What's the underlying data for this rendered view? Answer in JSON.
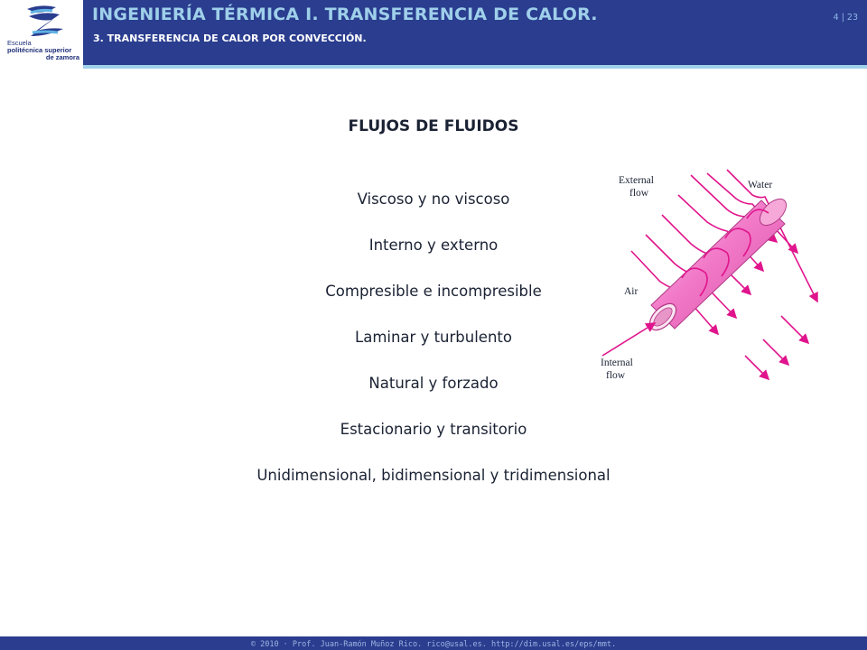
{
  "header": {
    "title": "INGENIERÍA TÉRMICA I. TRANSFERENCIA DE CALOR.",
    "subtitle": "3.  TRANSFERENCIA DE CALOR POR CONVECCIÓN.",
    "page_number": "4 | 23",
    "logo": {
      "line1": "Escuela",
      "line2": "politécnica superior",
      "line3": "de zamora"
    }
  },
  "main": {
    "title": "FLUJOS DE FLUIDOS",
    "topics": [
      "Viscoso y no viscoso",
      "Interno y externo",
      "Compresible e incompresible",
      "Laminar y turbulento",
      "Natural y forzado",
      "Estacionario y transitorio",
      "Unidimensional, bidimensional y tridimensional"
    ]
  },
  "figure": {
    "label_external": [
      "External",
      "flow"
    ],
    "label_water": "Water",
    "label_air": "Air",
    "label_internal": [
      "Internal",
      "flow"
    ]
  },
  "footer": {
    "text": "© 2010 · Prof. Juan-Ramón Muñoz Rico. rico@usal.es. http://dim.usal.es/eps/mmt."
  },
  "colors": {
    "header_bg": "#2a3d8f",
    "title_color": "#9fd0ea",
    "pipe_pink": "#f27ac8",
    "arrow_magenta": "#e0148c"
  }
}
